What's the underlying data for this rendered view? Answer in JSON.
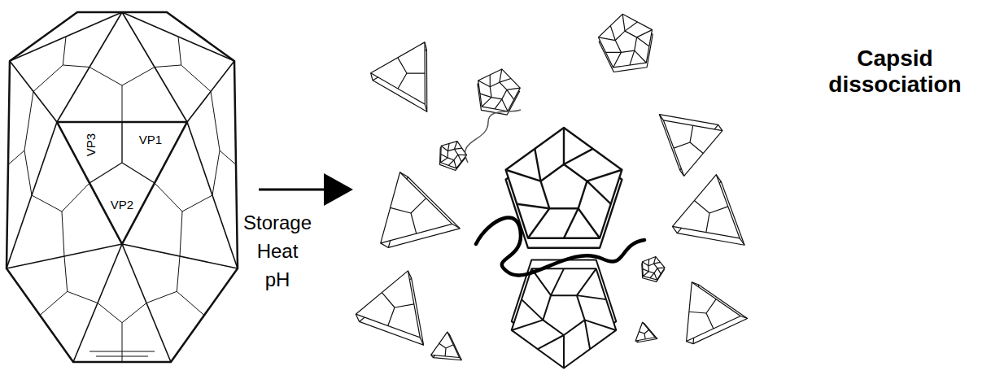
{
  "diagram": {
    "labels": [
      "VP3",
      "VP1",
      "VP2",
      "Storage",
      "Heat",
      "pH",
      "Capsid dissociation"
    ]
  }
}
